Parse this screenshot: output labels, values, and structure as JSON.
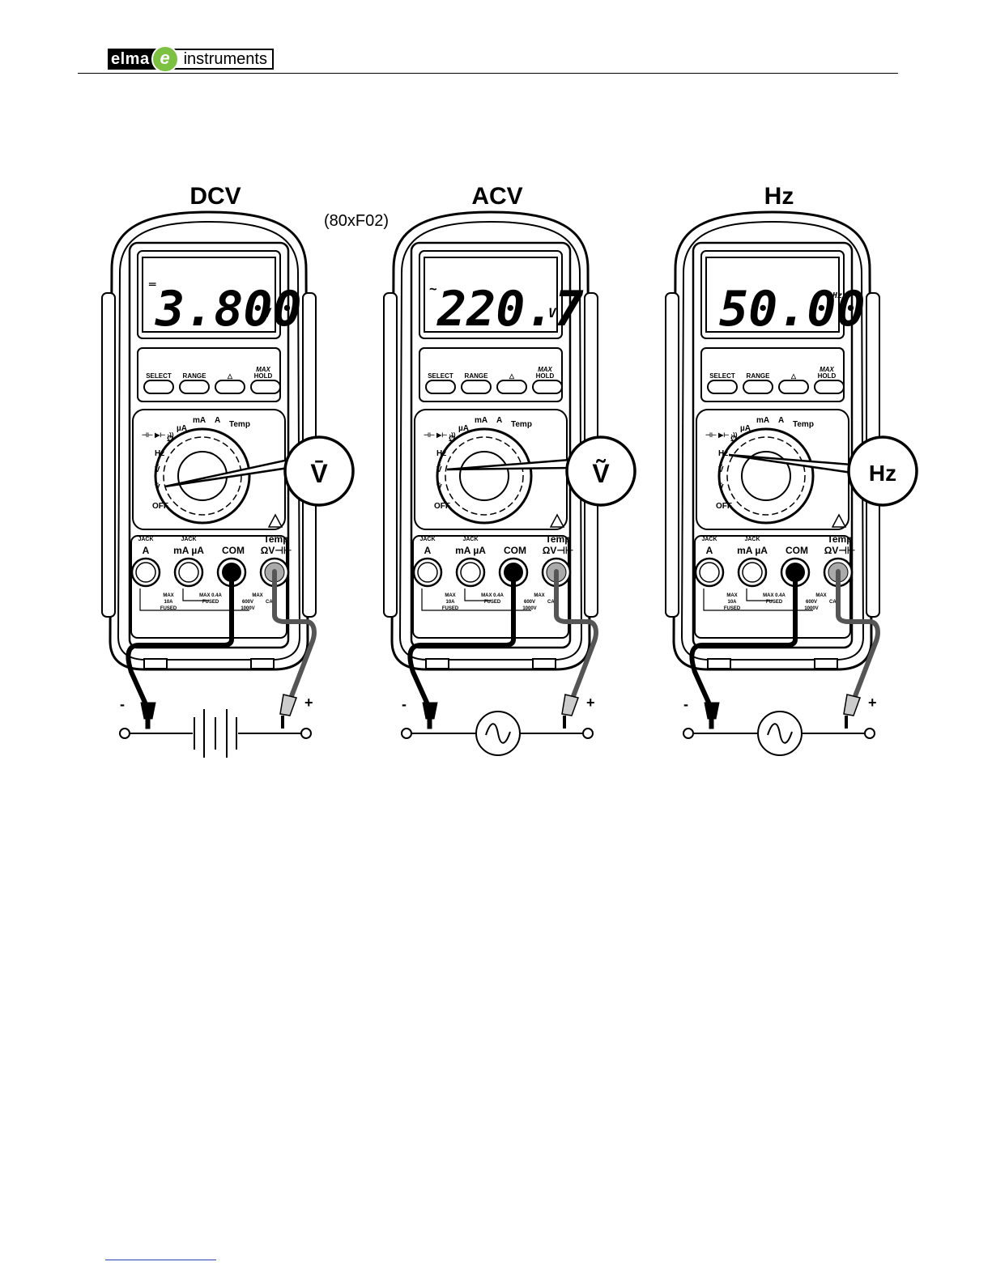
{
  "header": {
    "logo_text_left": "elma",
    "logo_mark": "e",
    "logo_text_right": "instruments"
  },
  "figure_id": "(80xF02)",
  "panels": [
    {
      "title": "DCV",
      "display_value": "3.800",
      "display_unit": "V",
      "mode_symbol": "═",
      "callout": "V̄",
      "source": "battery-icon"
    },
    {
      "title": "ACV",
      "display_value": "220.7",
      "display_unit": "V",
      "mode_symbol": "~",
      "callout": "Ṽ",
      "source": "ac-source-icon"
    },
    {
      "title": "Hz",
      "display_value": "50.00",
      "display_unit": "Hz",
      "mode_symbol": "",
      "callout": "Hz",
      "source": "ac-source-icon"
    }
  ],
  "meter_labels": {
    "btn_select": "SELECT",
    "btn_range": "RANGE",
    "btn_delta": "△",
    "btn_max": "MAX",
    "btn_hold": "HOLD",
    "dial_ua": "µA",
    "dial_ma": "mA",
    "dial_a": "A",
    "dial_temp": "Temp",
    "dial_ohm": "Ω",
    "dial_hz": "Hz",
    "dial_v_ac": "Ṽ",
    "dial_v_dc": "V̄",
    "dial_off": "OFF",
    "dial_diode": "⊣⊢ ▶⊢ ·))",
    "jack_label": "JACK",
    "term_a": "A",
    "term_maua": "mA µA",
    "term_com": "COM",
    "term_temp": "Temp",
    "term_v": "ΩV⊣⊢",
    "spec_max": "MAX",
    "spec_10a": "10A",
    "spec_fused": "FUSED",
    "spec_04a": "MAX 0.4A",
    "spec_600v": "600V",
    "spec_1000v": "1000V",
    "spec_cat": "CAT",
    "lead_neg": "-",
    "lead_pos": "+"
  }
}
